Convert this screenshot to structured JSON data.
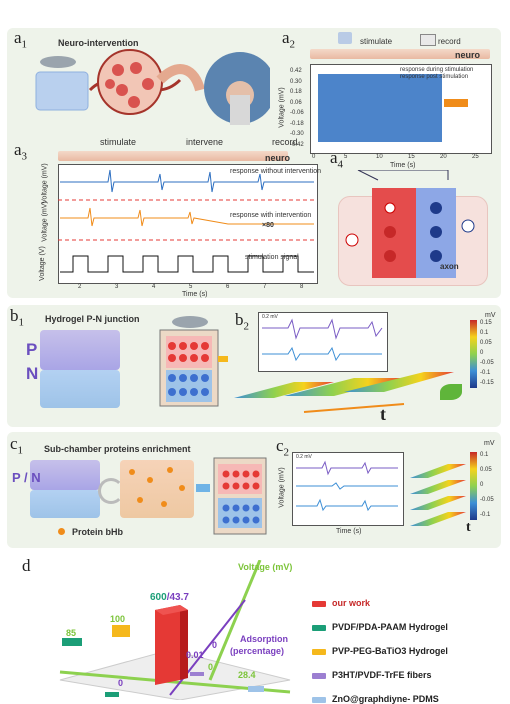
{
  "panel_a": {
    "a1_label": "a",
    "a1_sub": "1",
    "a2_label": "a",
    "a2_sub": "2",
    "a3_label": "a",
    "a3_sub": "3",
    "a4_label": "a",
    "a4_sub": "4",
    "a1_title": "Neuro-intervention",
    "a2_stimulate": "stimulate",
    "a2_record": "record",
    "a2_neuro": "neuro",
    "a2_legend_during": "response during stimulation",
    "a2_legend_post": "response post stimulation",
    "a2_xlabel": "Time (s)",
    "a2_ylabel": "Voltage (mV)",
    "a2_xticks": [
      "0",
      "5",
      "10",
      "15",
      "20",
      "25"
    ],
    "a2_yticks": [
      "0.42",
      "0.30",
      "0.18",
      "0.06",
      "-0.06",
      "-0.18",
      "-0.30",
      "-0.42"
    ],
    "a3_stimulate": "stimulate",
    "a3_intervene": "intervene",
    "a3_record": "record",
    "a3_neuro": "neuro",
    "a3_legend1": "response without intervention",
    "a3_legend2": "response with intervention",
    "a3_legend3": "stimulation signal",
    "a3_x80": "×80",
    "a3_xlabel": "Time (s)",
    "a3_ylabel1": "Voltage (mV)",
    "a3_ylabel2": "Voltage (mV)",
    "a3_ylabel3": "Voltage (V)",
    "a3_xticks": [
      "2",
      "3",
      "4",
      "5",
      "6",
      "7",
      "8"
    ],
    "a4_axon": "axon"
  },
  "panel_b": {
    "b1_label": "b",
    "b1_sub": "1",
    "b2_label": "b",
    "b2_sub": "2",
    "b1_title": "Hydrogel P-N junction",
    "p": "P",
    "n": "N",
    "t": "t",
    "scale": "0.2 mV",
    "unit": "mV",
    "cbar": [
      "0.15",
      "0.1",
      "0.05",
      "0",
      "-0.05",
      "-0.1",
      "-0.15"
    ]
  },
  "panel_c": {
    "c1_label": "c",
    "c1_sub": "1",
    "c2_label": "c",
    "c2_sub": "2",
    "c1_title": "Sub-chamber proteins enrichment",
    "pn": "P / N",
    "protein": "Protein bHb",
    "t": "t",
    "scale": "0.2 mV",
    "unit": "mV",
    "xlabel": "Time (s)",
    "ylabel": "Voltage (mV)",
    "cbar": [
      "0.1",
      "0.05",
      "0",
      "-0.05",
      "-0.1"
    ]
  },
  "panel_d": {
    "label": "d",
    "voltage_axis": "Voltage (mV)",
    "adsorption_axis_1": "Adsorption",
    "adsorption_axis_2": "(percentage)",
    "bar_label_main_v": "600",
    "bar_label_main_a": "/43.7",
    "val_85": "85",
    "val_100": "100",
    "val_001": "0.01",
    "val_0a": "0",
    "val_0b": "0",
    "val_0c": "0",
    "val_284": "28.4",
    "legend": [
      {
        "name": "our work",
        "color": "#e53935"
      },
      {
        "name": "PVDF/PDA-PAAM Hydrogel",
        "color": "#1b9e77"
      },
      {
        "name": "PVP-PEG-BaTiO3 Hydrogel",
        "color": "#f5b81c"
      },
      {
        "name": "P3HT/PVDF-TrFE fibers",
        "color": "#9c7fd1"
      },
      {
        "name": "ZnO@graphdiyne- PDMS",
        "color": "#9ec3e8"
      }
    ]
  }
}
